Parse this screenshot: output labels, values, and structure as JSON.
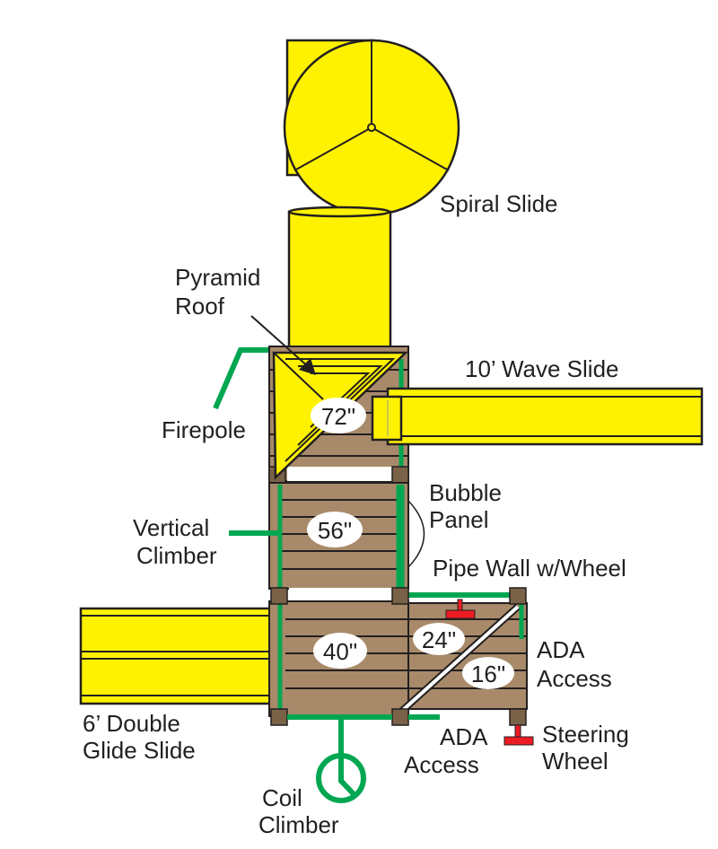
{
  "labels": {
    "spiral_slide": "Spiral Slide",
    "pyramid_roof_1": "Pyramid",
    "pyramid_roof_2": "Roof",
    "wave_slide": "10’ Wave Slide",
    "firepole": "Firepole",
    "bubble_panel_1": "Bubble",
    "bubble_panel_2": "Panel",
    "vertical_climber_1": "Vertical",
    "vertical_climber_2": "Climber",
    "pipe_wall": "Pipe Wall w/Wheel",
    "ada_access_right_1": "ADA",
    "ada_access_right_2": "Access",
    "double_glide_1": "6’ Double",
    "double_glide_2": "Glide Slide",
    "ada_access_bottom_1": "ADA",
    "ada_access_bottom_2": "Access",
    "steering_wheel_1": "Steering",
    "steering_wheel_2": "Wheel",
    "coil_climber_1": "Coil",
    "coil_climber_2": "Climber"
  },
  "heights": {
    "deck_top": "72\"",
    "deck_middle": "56\"",
    "deck_lower": "40\"",
    "deck_ada_upper": "24\"",
    "deck_ada_lower": "16\""
  },
  "colors": {
    "slide": "#fff200",
    "deck": "#a88a6a",
    "post": "#7a6248",
    "pipe": "#00a651",
    "wheel": "#ed1c24"
  }
}
